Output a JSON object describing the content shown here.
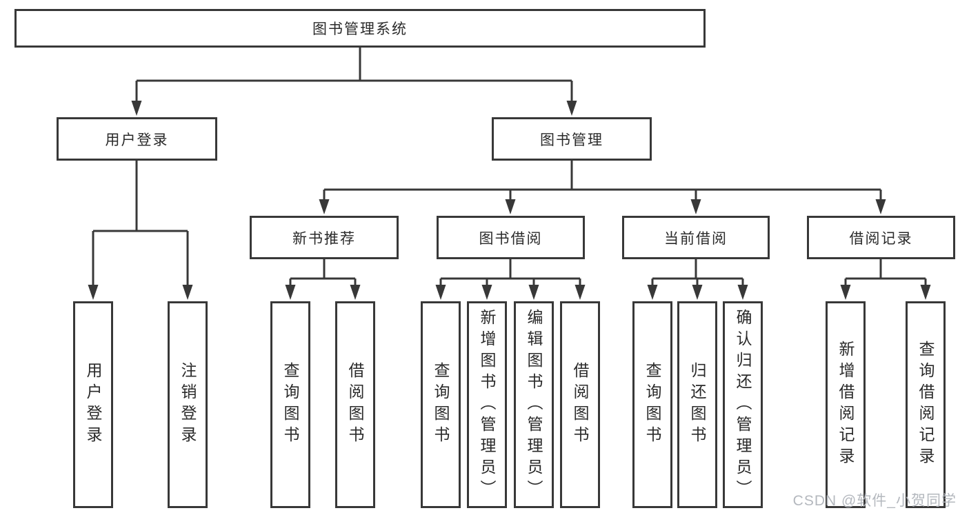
{
  "tree": {
    "label": "图书管理系统",
    "children": [
      {
        "label": "用户登录",
        "children": [
          {
            "label": "用户登录"
          },
          {
            "label": "注销登录"
          }
        ]
      },
      {
        "label": "图书管理",
        "children": [
          {
            "label": "新书推荐",
            "children": [
              {
                "label": "查询图书"
              },
              {
                "label": "借阅图书"
              }
            ]
          },
          {
            "label": "图书借阅",
            "children": [
              {
                "label": "查询图书"
              },
              {
                "label": "新增图书（管理员）"
              },
              {
                "label": "编辑图书（管理员）"
              },
              {
                "label": "借阅图书"
              }
            ]
          },
          {
            "label": "当前借阅",
            "children": [
              {
                "label": "查询图书"
              },
              {
                "label": "归还图书"
              },
              {
                "label": "确认归还（管理员）"
              }
            ]
          },
          {
            "label": "借阅记录",
            "children": [
              {
                "label": "新增借阅记录"
              },
              {
                "label": "查询借阅记录"
              }
            ]
          }
        ]
      }
    ]
  },
  "watermark": "CSDN @软件_小贺同学",
  "colors": {
    "line": "#383838",
    "text": "#2a2a2a",
    "watermark": "#b4b8be",
    "background": "#ffffff"
  }
}
